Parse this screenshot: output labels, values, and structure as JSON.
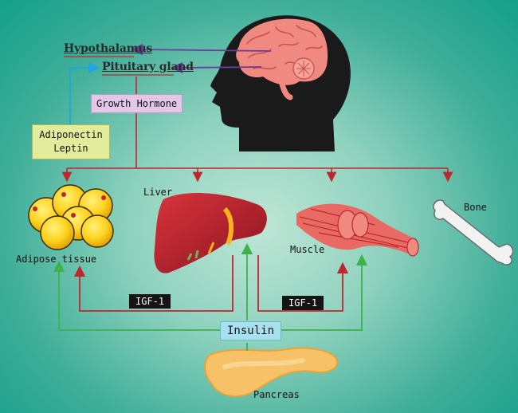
{
  "labels": {
    "hypothalamus": "Hypothalamus",
    "pituitary": "Pituitary gland",
    "growth_hormone": "Growth Hormone",
    "adiponectin": "Adiponectin",
    "leptin": "Leptin",
    "liver": "Liver",
    "adipose": "Adipose tissue",
    "muscle": "Muscle",
    "bone": "Bone",
    "igf_left": "IGF-1",
    "igf_right": "IGF-1",
    "insulin": "Insulin",
    "pancreas": "Pancreas"
  },
  "colors": {
    "red_arrow": "#c0262d",
    "green_arrow": "#3cb34a",
    "purple_arrow": "#6a3d9a",
    "blue_arrow": "#1ea7e0",
    "head": "#1a1a1a",
    "brain": "#f08a80",
    "adipose": "#ffd21f",
    "liver": "#b51f2b",
    "pancreas": "#f7c267"
  },
  "icons": [
    "head-brain-icon",
    "adipose-cells-icon",
    "liver-icon",
    "muscle-icon",
    "bone-icon",
    "pancreas-icon"
  ]
}
